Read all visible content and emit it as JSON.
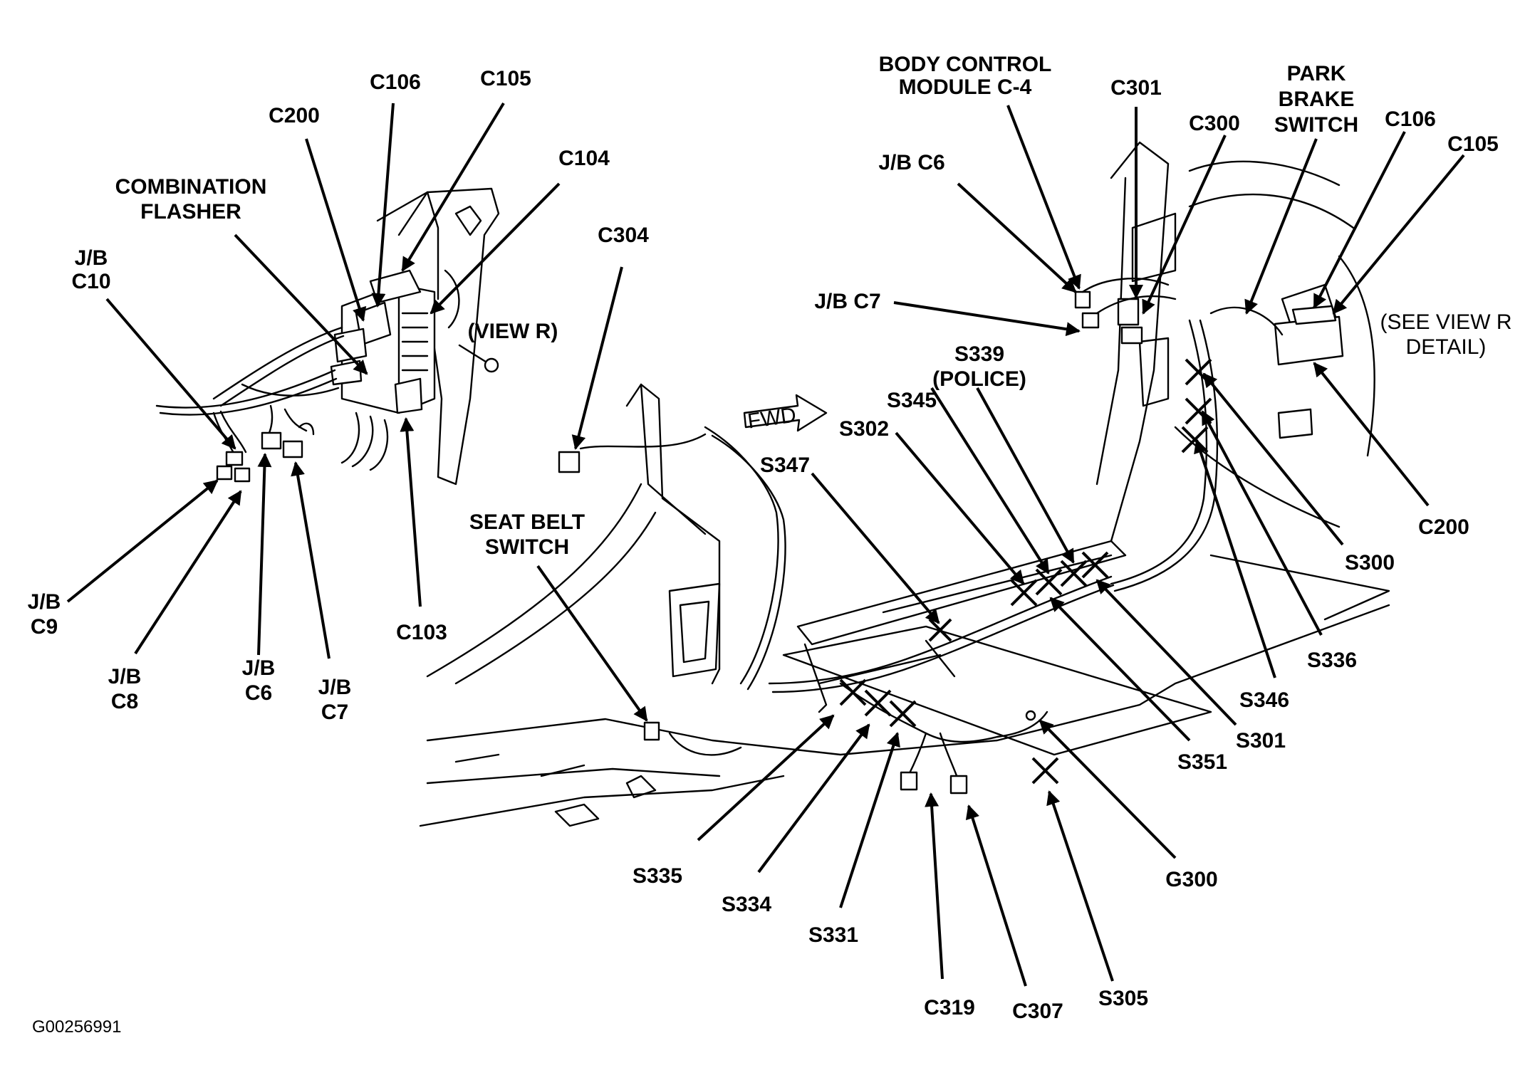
{
  "image_id_label": "G00256991",
  "view_note": "(VIEW R)",
  "detail_note": [
    "(SEE VIEW R",
    "DETAIL)"
  ],
  "fwd_label": "FWD",
  "labels": {
    "c106_left": "C106",
    "c105_left": "C105",
    "c200_left": "C200",
    "c104": "C104",
    "combination_flasher": [
      "COMBINATION",
      "FLASHER"
    ],
    "jb_c10": [
      "J/B",
      "C10"
    ],
    "c304": "C304",
    "jb_c9": [
      "J/B",
      "C9"
    ],
    "jb_c8": [
      "J/B",
      "C8"
    ],
    "jb_c6_left": [
      "J/B",
      "C6"
    ],
    "jb_c7_left": [
      "J/B",
      "C7"
    ],
    "c103": "C103",
    "seat_belt_switch": [
      "SEAT BELT",
      "SWITCH"
    ],
    "body_control_module": [
      "BODY CONTROL",
      "MODULE C-4"
    ],
    "c301": "C301",
    "c300": "C300",
    "park_brake_switch": [
      "PARK",
      "BRAKE",
      "SWITCH"
    ],
    "c106_right": "C106",
    "c105_right": "C105",
    "jb_c6_right": "J/B C6",
    "jb_c7_right": "J/B C7",
    "s339": [
      "S339",
      "(POLICE)"
    ],
    "s345": "S345",
    "s302": "S302",
    "s347": "S347",
    "c200_right": "C200",
    "s300": "S300",
    "s336": "S336",
    "s346": "S346",
    "s301": "S301",
    "s351": "S351",
    "s335": "S335",
    "s334": "S334",
    "s331": "S331",
    "g300": "G300",
    "c319": "C319",
    "c307": "C307",
    "s305": "S305"
  }
}
